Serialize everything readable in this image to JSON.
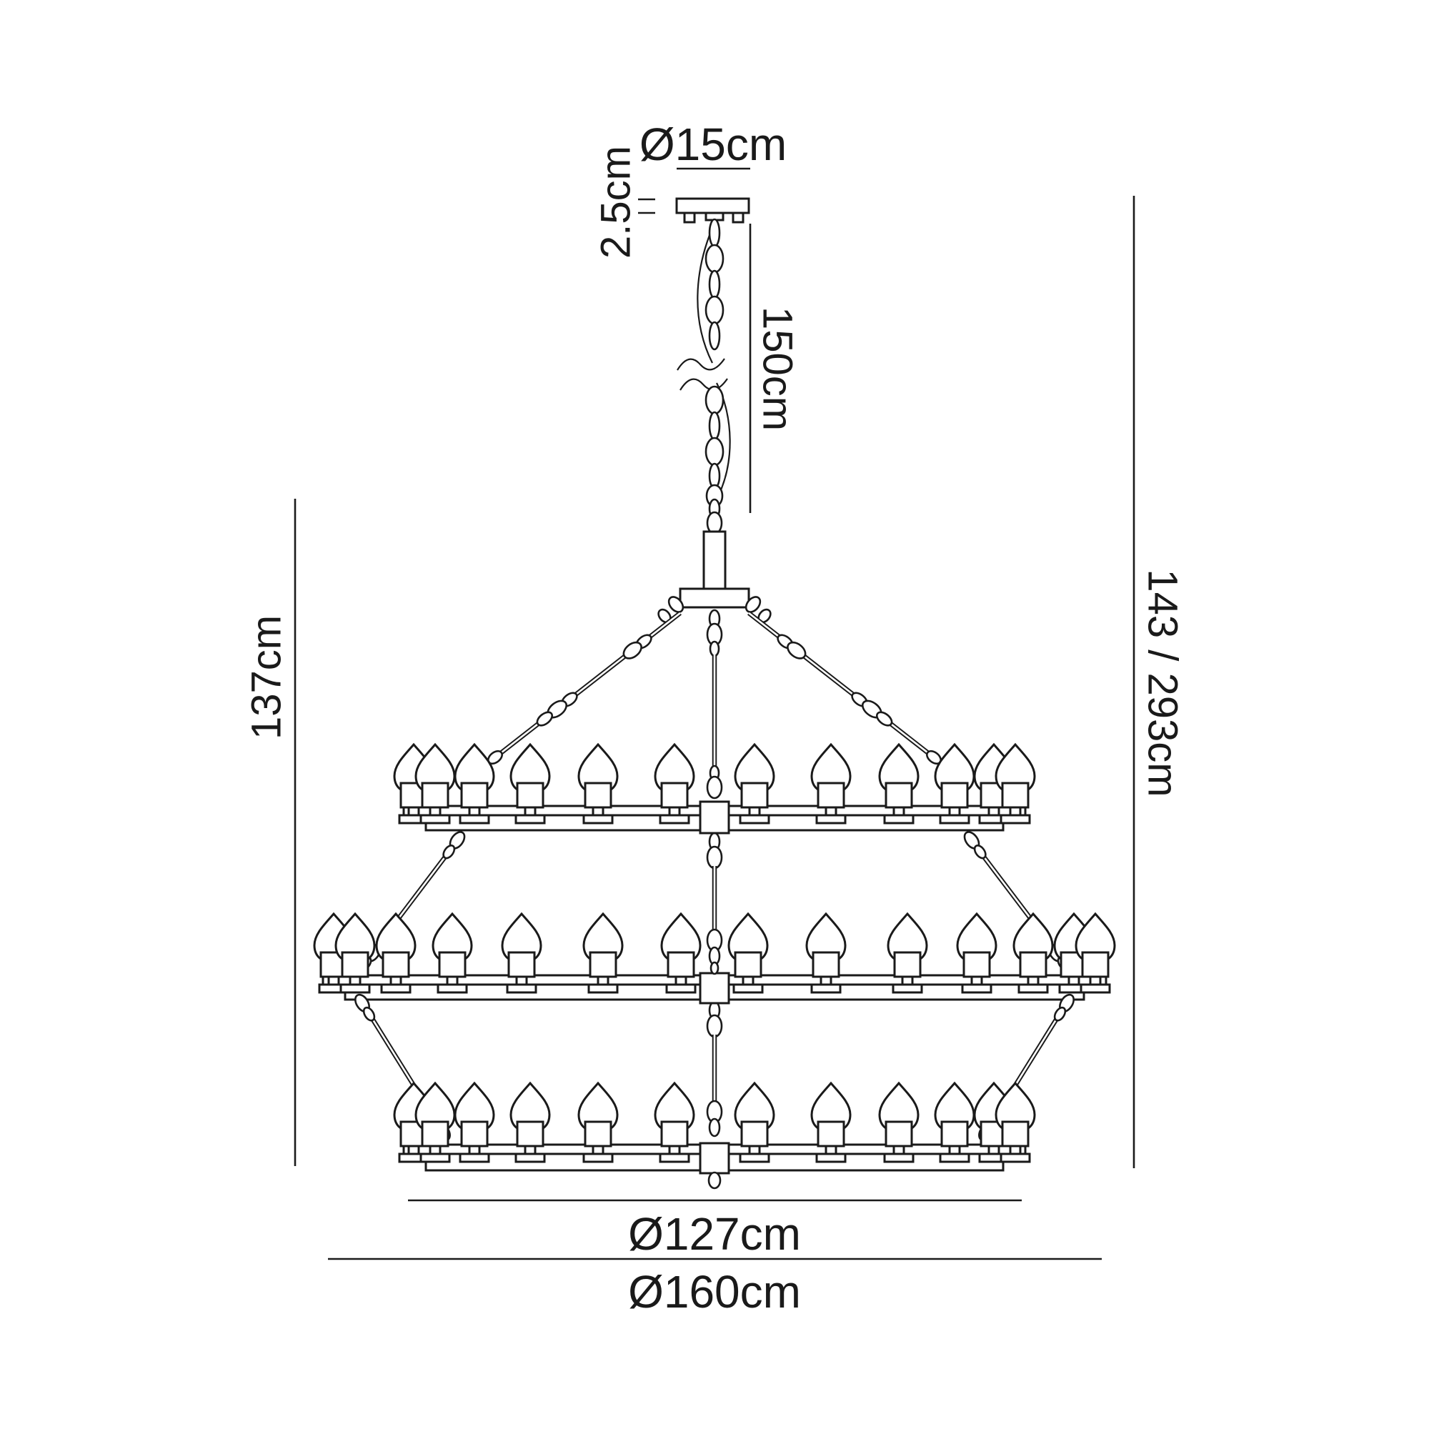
{
  "title": "Three tier chandelier dimension diagram",
  "colors": {
    "ink": "#1a1a1a",
    "background": "#ffffff"
  },
  "dimensions": {
    "canopy_diameter": "Ø15cm",
    "canopy_height": "2.5cm",
    "chain_length": "150cm",
    "fixture_height": "137cm",
    "total_height": "143 / 293cm",
    "inner_diameter": "Ø127cm",
    "outer_diameter": "Ø160cm"
  }
}
